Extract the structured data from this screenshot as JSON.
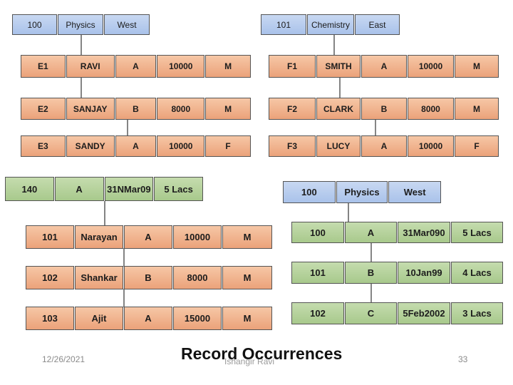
{
  "records": {
    "dept_physics_west": [
      "100",
      "Physics",
      "West"
    ],
    "dept_chemistry_east": [
      "101",
      "Chemistry",
      "East"
    ],
    "emp_e1": [
      "E1",
      "RAVI",
      "A",
      "10000",
      "M"
    ],
    "emp_e2": [
      "E2",
      "SANJAY",
      "B",
      "8000",
      "M"
    ],
    "emp_e3": [
      "E3",
      "SANDY",
      "A",
      "10000",
      "F"
    ],
    "emp_f1": [
      "F1",
      "SMITH",
      "A",
      "10000",
      "M"
    ],
    "emp_f2": [
      "F2",
      "CLARK",
      "B",
      "8000",
      "M"
    ],
    "emp_f3": [
      "F3",
      "LUCY",
      "A",
      "10000",
      "F"
    ],
    "grade_140": [
      "140",
      "A",
      "31NMar09",
      "5 Lacs"
    ],
    "emp_101": [
      "101",
      "Narayan",
      "A",
      "10000",
      "M"
    ],
    "emp_102": [
      "102",
      "Shankar",
      "B",
      "8000",
      "M"
    ],
    "emp_103": [
      "103",
      "Ajit",
      "A",
      "15000",
      "M"
    ],
    "dept_100_lower": [
      "100",
      "Physics",
      "West"
    ],
    "proj_100": [
      "100",
      "A",
      "31Mar090",
      "5 Lacs"
    ],
    "proj_101": [
      "101",
      "B",
      "10Jan99",
      "4 Lacs"
    ],
    "proj_102": [
      "102",
      "C",
      "5Feb2002",
      "3 Lacs"
    ]
  },
  "footer": {
    "date": "12/26/2021",
    "title": "Record Occurrences",
    "presenter": "Ishangir Ravi",
    "page": "33"
  },
  "colors": {
    "blue": "#a9c2ea",
    "orange": "#eba27a",
    "green": "#a8c98c"
  }
}
